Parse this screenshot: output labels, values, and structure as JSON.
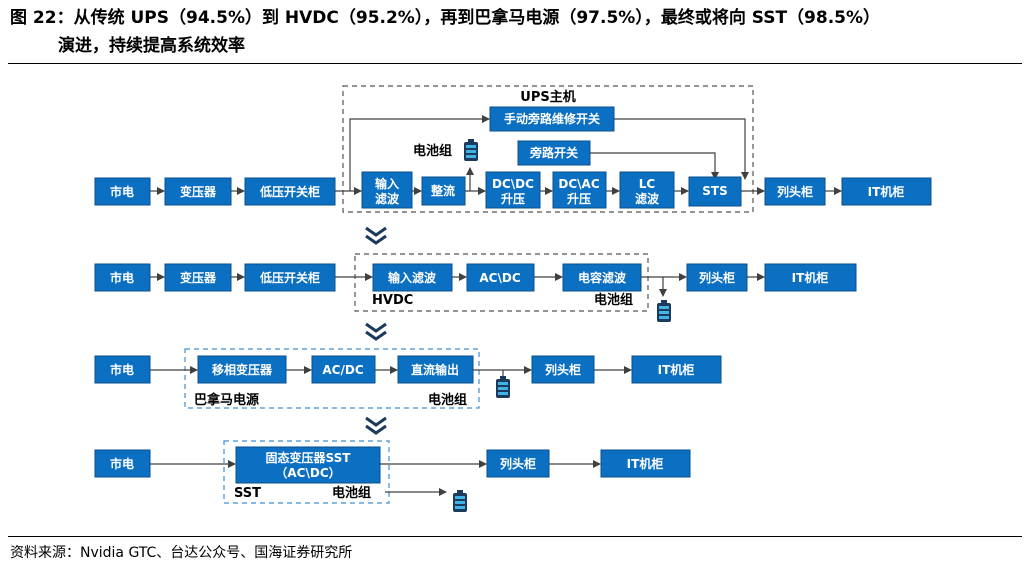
{
  "title": {
    "line1": "图 22：从传统 UPS（94.5%）到 HVDC（95.2%），再到巴拿马电源（97.5%），最终或将向 SST（98.5%）",
    "line2": "演进，持续提高系统效率"
  },
  "rows": {
    "ups": {
      "group_label": "UPS主机",
      "battery_label": "电池组",
      "boxes": [
        "市电",
        "变压器",
        "低压开关柜",
        "输入\n滤波",
        "整流",
        "DC\\DC\n升压",
        "DC\\AC\n升压",
        "LC\n滤波",
        "STS",
        "列头柜",
        "IT机柜"
      ],
      "bypass_maint": "手动旁路维修开关",
      "bypass": "旁路开关"
    },
    "hvdc": {
      "group_label": "HVDC",
      "battery_label": "电池组",
      "boxes": [
        "市电",
        "变压器",
        "低压开关柜",
        "输入滤波",
        "AC\\DC",
        "电容滤波",
        "列头柜",
        "IT机柜"
      ]
    },
    "panama": {
      "group_label": "巴拿马电源",
      "battery_label": "电池组",
      "boxes": [
        "市电",
        "移相变压器",
        "AC/DC",
        "直流输出",
        "列头柜",
        "IT机柜"
      ]
    },
    "sst": {
      "group_label": "SST",
      "battery_label": "电池组",
      "boxes": [
        "市电",
        "固态变压器SST\n（AC\\DC）",
        "列头柜",
        "IT机柜"
      ]
    }
  },
  "colors": {
    "box": "#0b6fc2",
    "frame_gray": "#555555",
    "frame_blue": "#3f8fd6"
  },
  "source": "资料来源：Nvidia GTC、台达公众号、国海证券研究所"
}
